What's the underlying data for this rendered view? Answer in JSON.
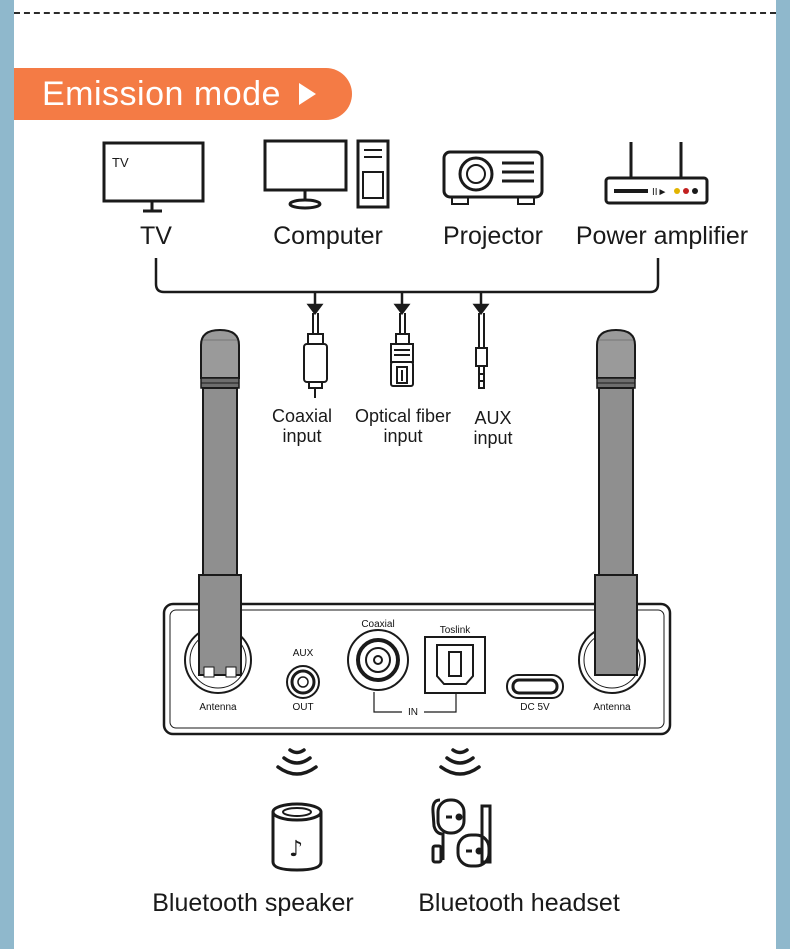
{
  "header": {
    "title": "Emission mode"
  },
  "sources": [
    {
      "label": "TV",
      "icon": "tv-icon",
      "screen_text": "TV"
    },
    {
      "label": "Computer",
      "icon": "computer-icon"
    },
    {
      "label": "Projector",
      "icon": "projector-icon"
    },
    {
      "label": "Power amplifier",
      "icon": "power-amplifier-icon"
    }
  ],
  "inputs": [
    {
      "label_line1": "Coaxial",
      "label_line2": "input",
      "icon": "coaxial-plug-icon"
    },
    {
      "label_line1": "Optical fiber",
      "label_line2": "input",
      "icon": "optical-plug-icon"
    },
    {
      "label_line1": "AUX",
      "label_line2": "input",
      "icon": "aux-plug-icon"
    }
  ],
  "device_panel": {
    "antenna_left": "Antenna",
    "aux_top": "AUX",
    "aux_bottom": "OUT",
    "coaxial": "Coaxial",
    "toslink": "Toslink",
    "in_label": "IN",
    "dc": "DC 5V",
    "antenna_right": "Antenna"
  },
  "outputs": [
    {
      "label": "Bluetooth speaker",
      "icon": "bluetooth-speaker-icon"
    },
    {
      "label": "Bluetooth headset",
      "icon": "bluetooth-headset-icon"
    }
  ],
  "colors": {
    "accent": "#f47b45",
    "side_border": "#8fb8cc",
    "line": "#1a1a1a",
    "antenna": "#8f8f8f"
  }
}
